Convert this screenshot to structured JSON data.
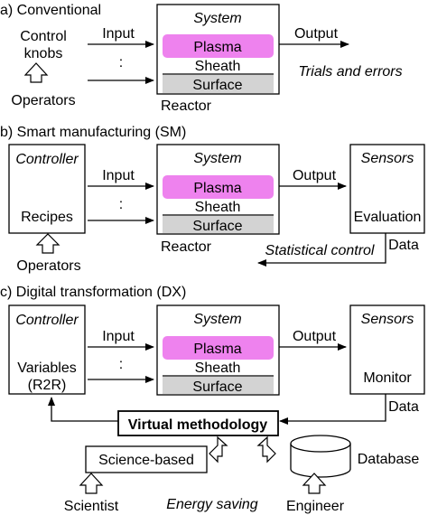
{
  "colors": {
    "plasma": "#ee82ee",
    "surface": "#d3d3d3",
    "ink": "#000000"
  },
  "panel_a": {
    "heading": "a) Conventional",
    "controls_line1": "Control",
    "controls_line2": "knobs",
    "operators": "Operators",
    "input": "Input",
    "dots": ":",
    "system": "System",
    "plasma": "Plasma",
    "sheath": "Sheath",
    "surface": "Surface",
    "reactor": "Reactor",
    "output": "Output",
    "note": "Trials and errors"
  },
  "panel_b": {
    "heading": "b) Smart manufacturing (SM)",
    "controller": "Controller",
    "recipes": "Recipes",
    "operators": "Operators",
    "input": "Input",
    "dots": ":",
    "system": "System",
    "plasma": "Plasma",
    "sheath": "Sheath",
    "surface": "Surface",
    "reactor": "Reactor",
    "output": "Output",
    "sensors": "Sensors",
    "evaluation": "Evaluation",
    "data": "Data",
    "statistical": "Statistical control"
  },
  "panel_c": {
    "heading": "c) Digital transformation (DX)",
    "controller": "Controller",
    "variables": "Variables",
    "r2r": "(R2R)",
    "input": "Input",
    "dots": ":",
    "system": "System",
    "plasma": "Plasma",
    "sheath": "Sheath",
    "surface": "Surface",
    "output": "Output",
    "sensors": "Sensors",
    "monitor": "Monitor",
    "data": "Data",
    "virtual": "Virtual methodology",
    "science": "Science-based",
    "database": "Database",
    "scientist": "Scientist",
    "energy": "Energy saving",
    "engineer": "Engineer"
  }
}
